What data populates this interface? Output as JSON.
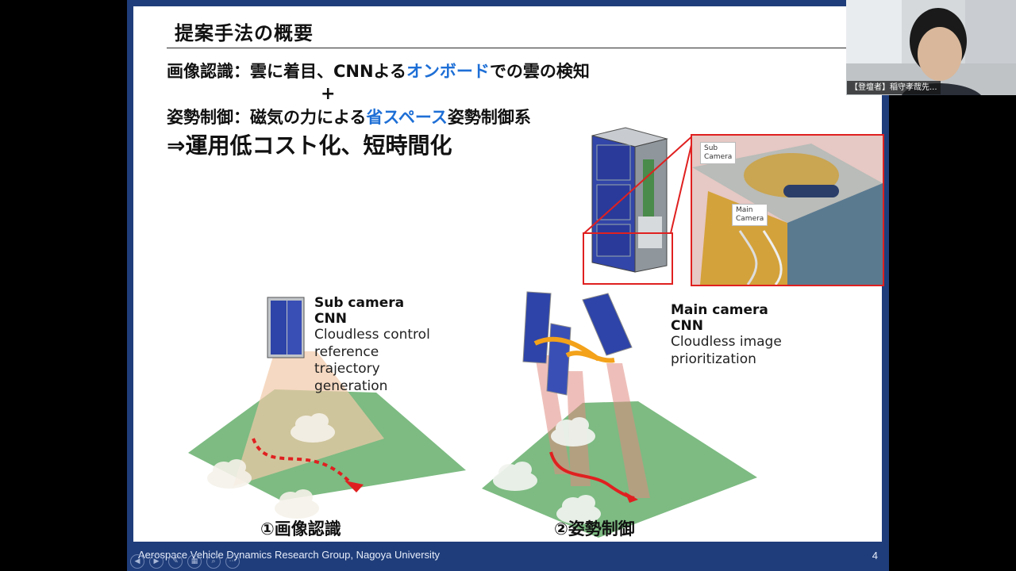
{
  "slide": {
    "title": "提案手法の概要",
    "line1": {
      "prefix": "画像認識：雲に着目、CNNよる",
      "highlight": "オンボード",
      "suffix": "での雲の検知"
    },
    "plus": "+",
    "line2": {
      "prefix": "姿勢制御：磁気の力による",
      "highlight": "省スペース",
      "suffix": "姿勢制御系"
    },
    "conclusion": "⇒運用低コスト化、短時間化",
    "photo_labels": {
      "sub_camera": [
        "Sub",
        "Camera"
      ],
      "main_camera": [
        "Main",
        "Camera"
      ]
    },
    "left_caption": {
      "title": "Sub camera",
      "subtitle": "CNN",
      "lines": [
        "Cloudless control",
        "reference",
        "trajectory",
        "generation"
      ]
    },
    "right_caption": {
      "title": "Main camera",
      "subtitle": "CNN",
      "lines": [
        "Cloudless image",
        "prioritization"
      ]
    },
    "label_left": "①画像認識",
    "label_right": "②姿勢制御"
  },
  "footer": {
    "text": "Aerospace Vehicle Dynamics Research Group, Nagoya University",
    "page_number": "4"
  },
  "participant": {
    "name": "【登壇者】稲守孝哉先..."
  },
  "colors": {
    "slide_frame": "#1f3d7a",
    "accent_blue": "#1e6fd6",
    "ground": "#7dbb82",
    "highlight_red": "#e02020",
    "arrow_orange": "#f3a21a"
  }
}
